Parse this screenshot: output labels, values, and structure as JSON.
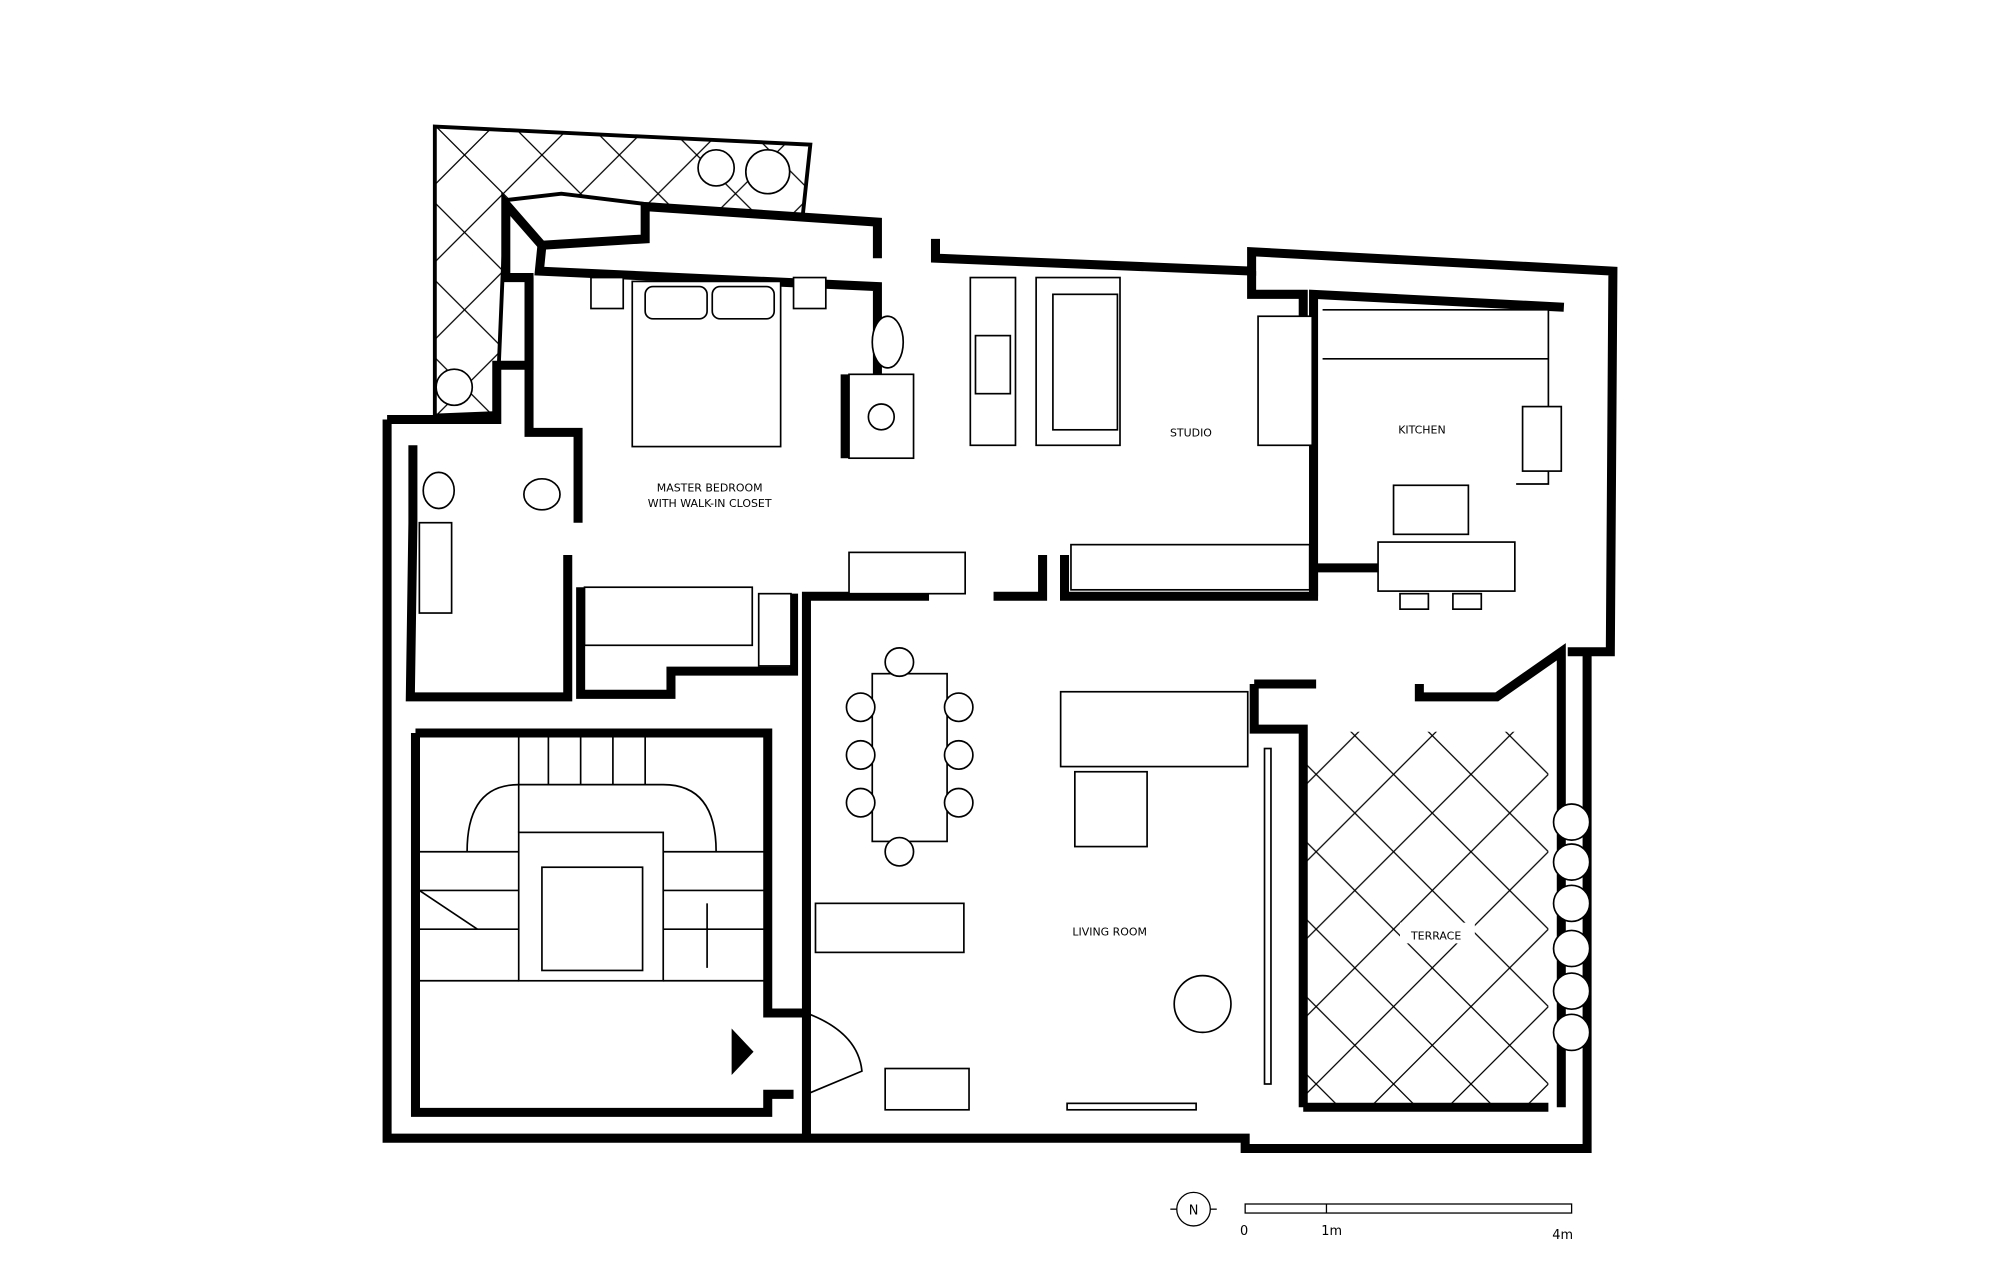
{
  "rooms": {
    "master_bedroom_line1": "MASTER BEDROOM",
    "master_bedroom_line2": "WITH WALK-IN CLOSET",
    "studio": "STUDIO",
    "kitchen": "KITCHEN",
    "living_room": "LIVING ROOM",
    "terrace": "TERRACE"
  },
  "north_arrow": {
    "label": "N"
  },
  "scale_bar": {
    "labels": [
      "0",
      "1m",
      "4m"
    ]
  }
}
